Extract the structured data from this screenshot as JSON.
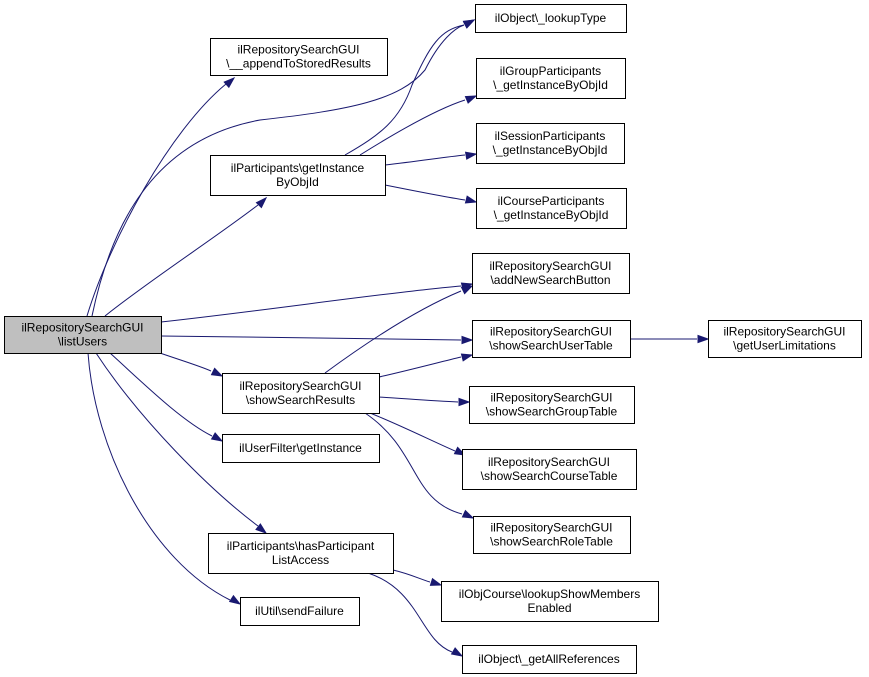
{
  "nodes": [
    {
      "id": "root",
      "lines": [
        "ilRepositorySearchGUI",
        "\\listUsers"
      ]
    },
    {
      "id": "append",
      "lines": [
        "ilRepositorySearchGUI",
        "\\__appendToStoredResults"
      ]
    },
    {
      "id": "part_getinst",
      "lines": [
        "ilParticipants\\getInstance",
        "ByObjId"
      ]
    },
    {
      "id": "lookuptype",
      "lines": [
        "ilObject\\_lookupType"
      ]
    },
    {
      "id": "group_part",
      "lines": [
        "ilGroupParticipants",
        "\\_getInstanceByObjId"
      ]
    },
    {
      "id": "session_part",
      "lines": [
        "ilSessionParticipants",
        "\\_getInstanceByObjId"
      ]
    },
    {
      "id": "course_part",
      "lines": [
        "ilCourseParticipants",
        "\\_getInstanceByObjId"
      ]
    },
    {
      "id": "addnew",
      "lines": [
        "ilRepositorySearchGUI",
        "\\addNewSearchButton"
      ]
    },
    {
      "id": "showuser",
      "lines": [
        "ilRepositorySearchGUI",
        "\\showSearchUserTable"
      ]
    },
    {
      "id": "getlimits",
      "lines": [
        "ilRepositorySearchGUI",
        "\\getUserLimitations"
      ]
    },
    {
      "id": "showresults",
      "lines": [
        "ilRepositorySearchGUI",
        "\\showSearchResults"
      ]
    },
    {
      "id": "showgroup",
      "lines": [
        "ilRepositorySearchGUI",
        "\\showSearchGroupTable"
      ]
    },
    {
      "id": "showcourse",
      "lines": [
        "ilRepositorySearchGUI",
        "\\showSearchCourseTable"
      ]
    },
    {
      "id": "showrole",
      "lines": [
        "ilRepositorySearchGUI",
        "\\showSearchRoleTable"
      ]
    },
    {
      "id": "userfilter",
      "lines": [
        "ilUserFilter\\getInstance"
      ]
    },
    {
      "id": "hasaccess",
      "lines": [
        "ilParticipants\\hasParticipant",
        "ListAccess"
      ]
    },
    {
      "id": "lookupmembers",
      "lines": [
        "ilObjCourse\\lookupShowMembers",
        "Enabled"
      ]
    },
    {
      "id": "sendfailure",
      "lines": [
        "ilUtil\\sendFailure"
      ]
    },
    {
      "id": "getallrefs",
      "lines": [
        "ilObject\\_getAllReferences"
      ]
    }
  ],
  "edges": [
    {
      "from": "root",
      "to": "append"
    },
    {
      "from": "root",
      "to": "part_getinst"
    },
    {
      "from": "root",
      "to": "lookuptype"
    },
    {
      "from": "root",
      "to": "addnew"
    },
    {
      "from": "root",
      "to": "showuser"
    },
    {
      "from": "root",
      "to": "showresults"
    },
    {
      "from": "root",
      "to": "userfilter"
    },
    {
      "from": "root",
      "to": "hasaccess"
    },
    {
      "from": "root",
      "to": "sendfailure"
    },
    {
      "from": "part_getinst",
      "to": "lookuptype"
    },
    {
      "from": "part_getinst",
      "to": "group_part"
    },
    {
      "from": "part_getinst",
      "to": "session_part"
    },
    {
      "from": "part_getinst",
      "to": "course_part"
    },
    {
      "from": "showuser",
      "to": "getlimits"
    },
    {
      "from": "showresults",
      "to": "addnew"
    },
    {
      "from": "showresults",
      "to": "showuser"
    },
    {
      "from": "showresults",
      "to": "showgroup"
    },
    {
      "from": "showresults",
      "to": "showcourse"
    },
    {
      "from": "showresults",
      "to": "showrole"
    },
    {
      "from": "hasaccess",
      "to": "lookupmembers"
    },
    {
      "from": "hasaccess",
      "to": "getallrefs"
    }
  ]
}
